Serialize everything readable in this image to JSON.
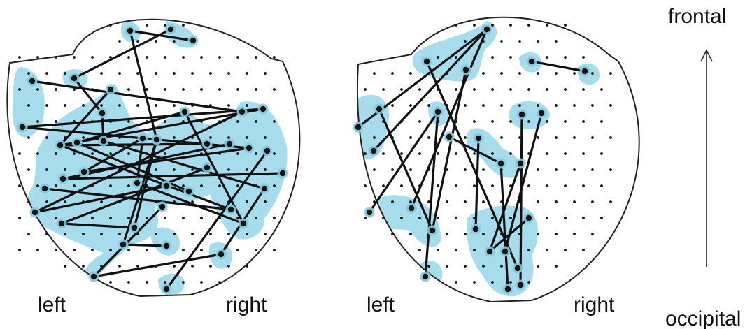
{
  "labels": {
    "left_a": "left",
    "right_a": "right",
    "left_b": "left",
    "right_b": "right",
    "frontal": "frontal",
    "occipital": "occipital"
  },
  "colors": {
    "blob": "#a7dcec",
    "line": "#111111",
    "dot": "#111111",
    "outline": "#222222",
    "node_halo": "#86c6da"
  },
  "connections": {
    "left_map_count": 34,
    "right_map_count": 15
  }
}
